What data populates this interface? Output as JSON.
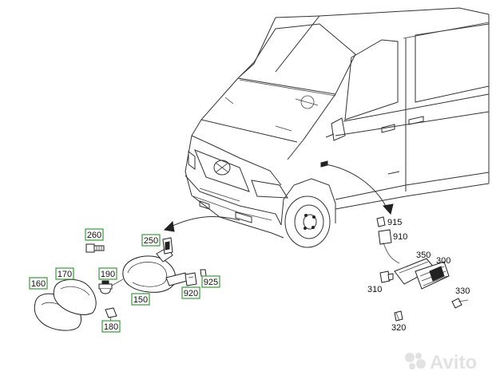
{
  "callouts": {
    "c160": "160",
    "c170": "170",
    "c260": "260",
    "c190": "190",
    "c250": "250",
    "c150": "150",
    "c920": "920",
    "c925": "925",
    "c180": "180",
    "c915": "915",
    "c910": "910",
    "c350": "350",
    "c300": "300",
    "c310": "310",
    "c330": "330",
    "c320": "320"
  },
  "watermark": {
    "text": "Avito"
  },
  "colors": {
    "callout_border": "#3a9a3a",
    "line": "#222222",
    "watermark": "#e2e2e2"
  }
}
